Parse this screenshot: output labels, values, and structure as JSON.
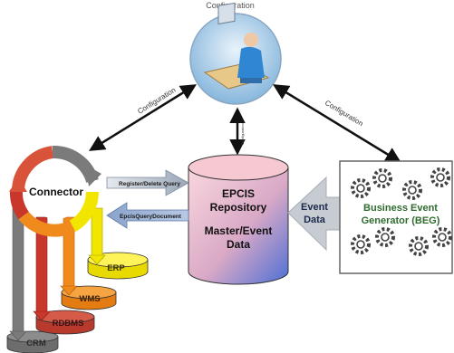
{
  "top_caption": "Configuration",
  "connections": {
    "left_label": "Configuration",
    "right_label": "Configuration",
    "center_label": "Configuration"
  },
  "connector": {
    "label": "Connector"
  },
  "repository": {
    "title_line1": "EPCIS",
    "title_line2": "Repository",
    "sub_line1": "Master/Event",
    "sub_line2": "Data"
  },
  "queries": {
    "register": "Register/Delete Query",
    "document": "EpcisQueryDocument"
  },
  "event_data": {
    "line1": "Event",
    "line2": "Data"
  },
  "beg": {
    "line1": "Business Event",
    "line2": "Generator (BEG)"
  },
  "systems": {
    "erp": "ERP",
    "wms": "WMS",
    "rdbms": "RDBMS",
    "crm": "CRM"
  },
  "colors": {
    "erp": "#f2e600",
    "wms": "#f08a1c",
    "rdbms": "#c9372c",
    "crm": "#7b7b7b",
    "repository_top": "#f7d0d8",
    "repository_bottom": "#5a78d8",
    "beg_text": "#2f6b2f"
  }
}
